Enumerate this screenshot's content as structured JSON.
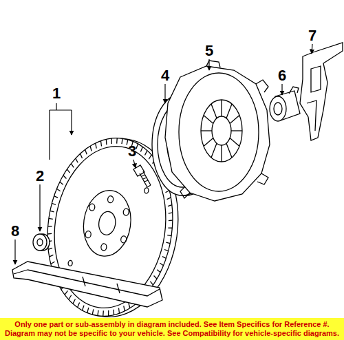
{
  "diagram": {
    "nodes": [
      {
        "text": [
          "Only one part or sub-assembly in diagram included. See Item Specifics for Reference #. Diagram may not be specific to your vehicle. See Compatibility for vehicle-specific diagrams."
        ]
      }
    ],
    "labels": [
      "1",
      "2",
      "3",
      "4",
      "5",
      "6",
      "7",
      "8"
    ]
  }
}
